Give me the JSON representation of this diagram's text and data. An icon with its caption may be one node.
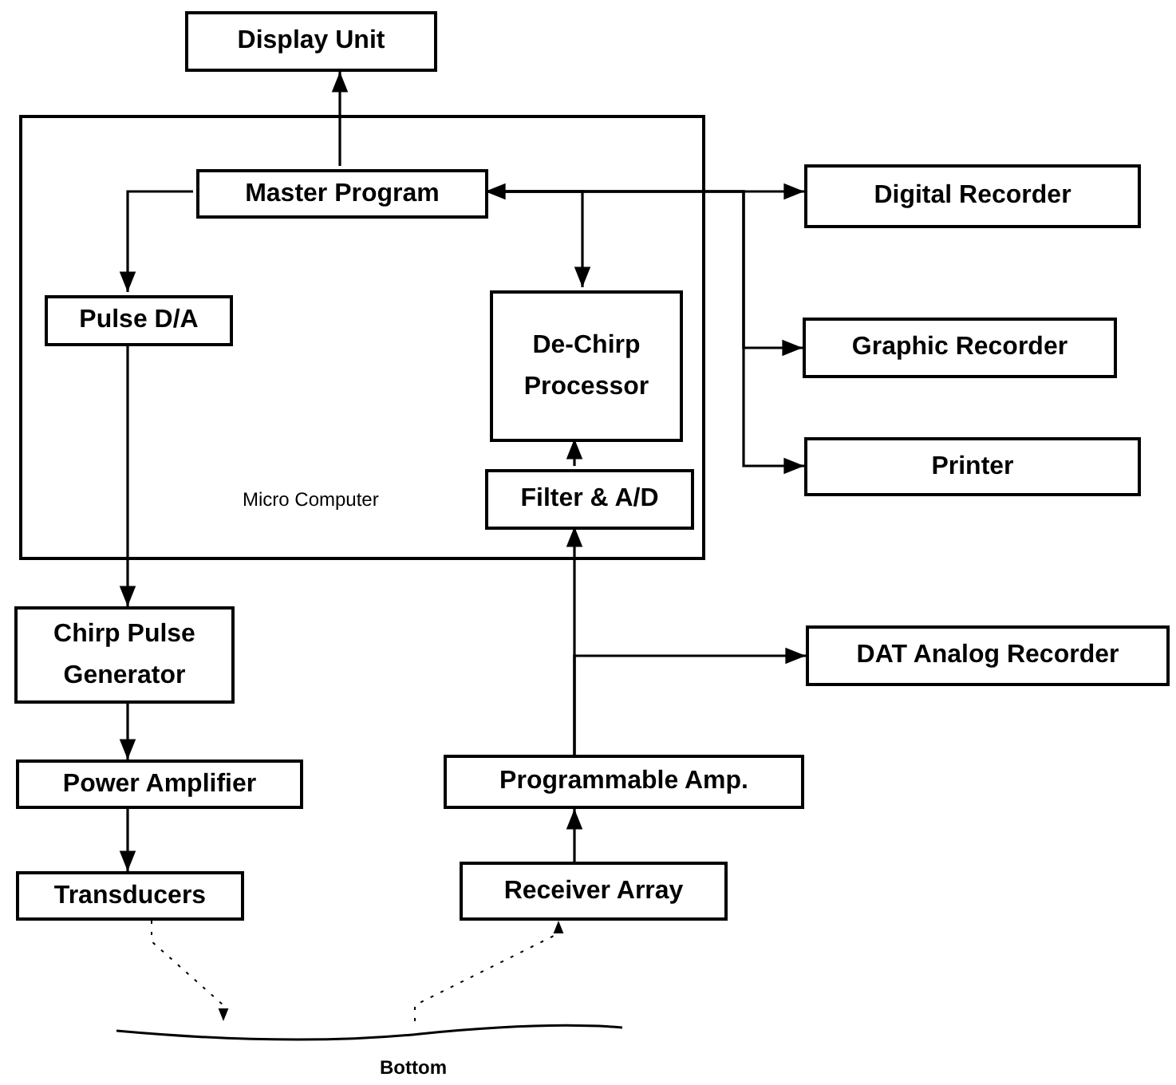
{
  "diagram": {
    "nodes": [
      {
        "text": [
          "Display Unit"
        ]
      },
      {
        "text": [
          "Micro Computer"
        ]
      },
      {
        "text": [
          "Master Program"
        ],
        "in": 1
      },
      {
        "text": [
          "Pulse D/A"
        ],
        "in": 1
      },
      {
        "text": [
          "De-Chirp Processor"
        ],
        "in": 1
      },
      {
        "text": [
          "Filter & A/D"
        ],
        "in": 1
      },
      {
        "text": [
          "Digital Recorder"
        ]
      },
      {
        "text": [
          "Graphic Recorder"
        ]
      },
      {
        "text": [
          "Printer"
        ]
      },
      {
        "text": [
          "Chirp Pulse Generator"
        ]
      },
      {
        "text": [
          "Power Amplifier"
        ]
      },
      {
        "text": [
          "Transducers"
        ]
      },
      {
        "text": [
          "Programmable Amp."
        ]
      },
      {
        "text": [
          "Receiver Array"
        ]
      },
      {
        "text": [
          "DAT Analog Recorder"
        ]
      },
      {
        "text": [
          "Bottom"
        ]
      }
    ],
    "edges": [
      {
        "from": 2,
        "to": 0,
        "arrow": "to"
      },
      {
        "from": 2,
        "to": 3,
        "arrow": "to"
      },
      {
        "from": 2,
        "to": 6,
        "arrow": "both"
      },
      {
        "from": 2,
        "to": 4,
        "arrow": "to"
      },
      {
        "from": 2,
        "to": 7,
        "arrow": "to"
      },
      {
        "from": 2,
        "to": 8,
        "arrow": "to"
      },
      {
        "from": 3,
        "to": 9,
        "arrow": "to"
      },
      {
        "from": 9,
        "to": 10,
        "arrow": "to"
      },
      {
        "from": 10,
        "to": 11,
        "arrow": "to"
      },
      {
        "from": 13,
        "to": 12,
        "arrow": "to"
      },
      {
        "from": 12,
        "to": 5,
        "arrow": "to"
      },
      {
        "from": 12,
        "to": 14,
        "arrow": "to"
      },
      {
        "from": 5,
        "to": 4,
        "arrow": "to"
      },
      {
        "from": 11,
        "to": 15,
        "arrow": "to",
        "style": "dashed"
      },
      {
        "from": 15,
        "to": 13,
        "arrow": "to",
        "style": "dashed"
      }
    ]
  }
}
